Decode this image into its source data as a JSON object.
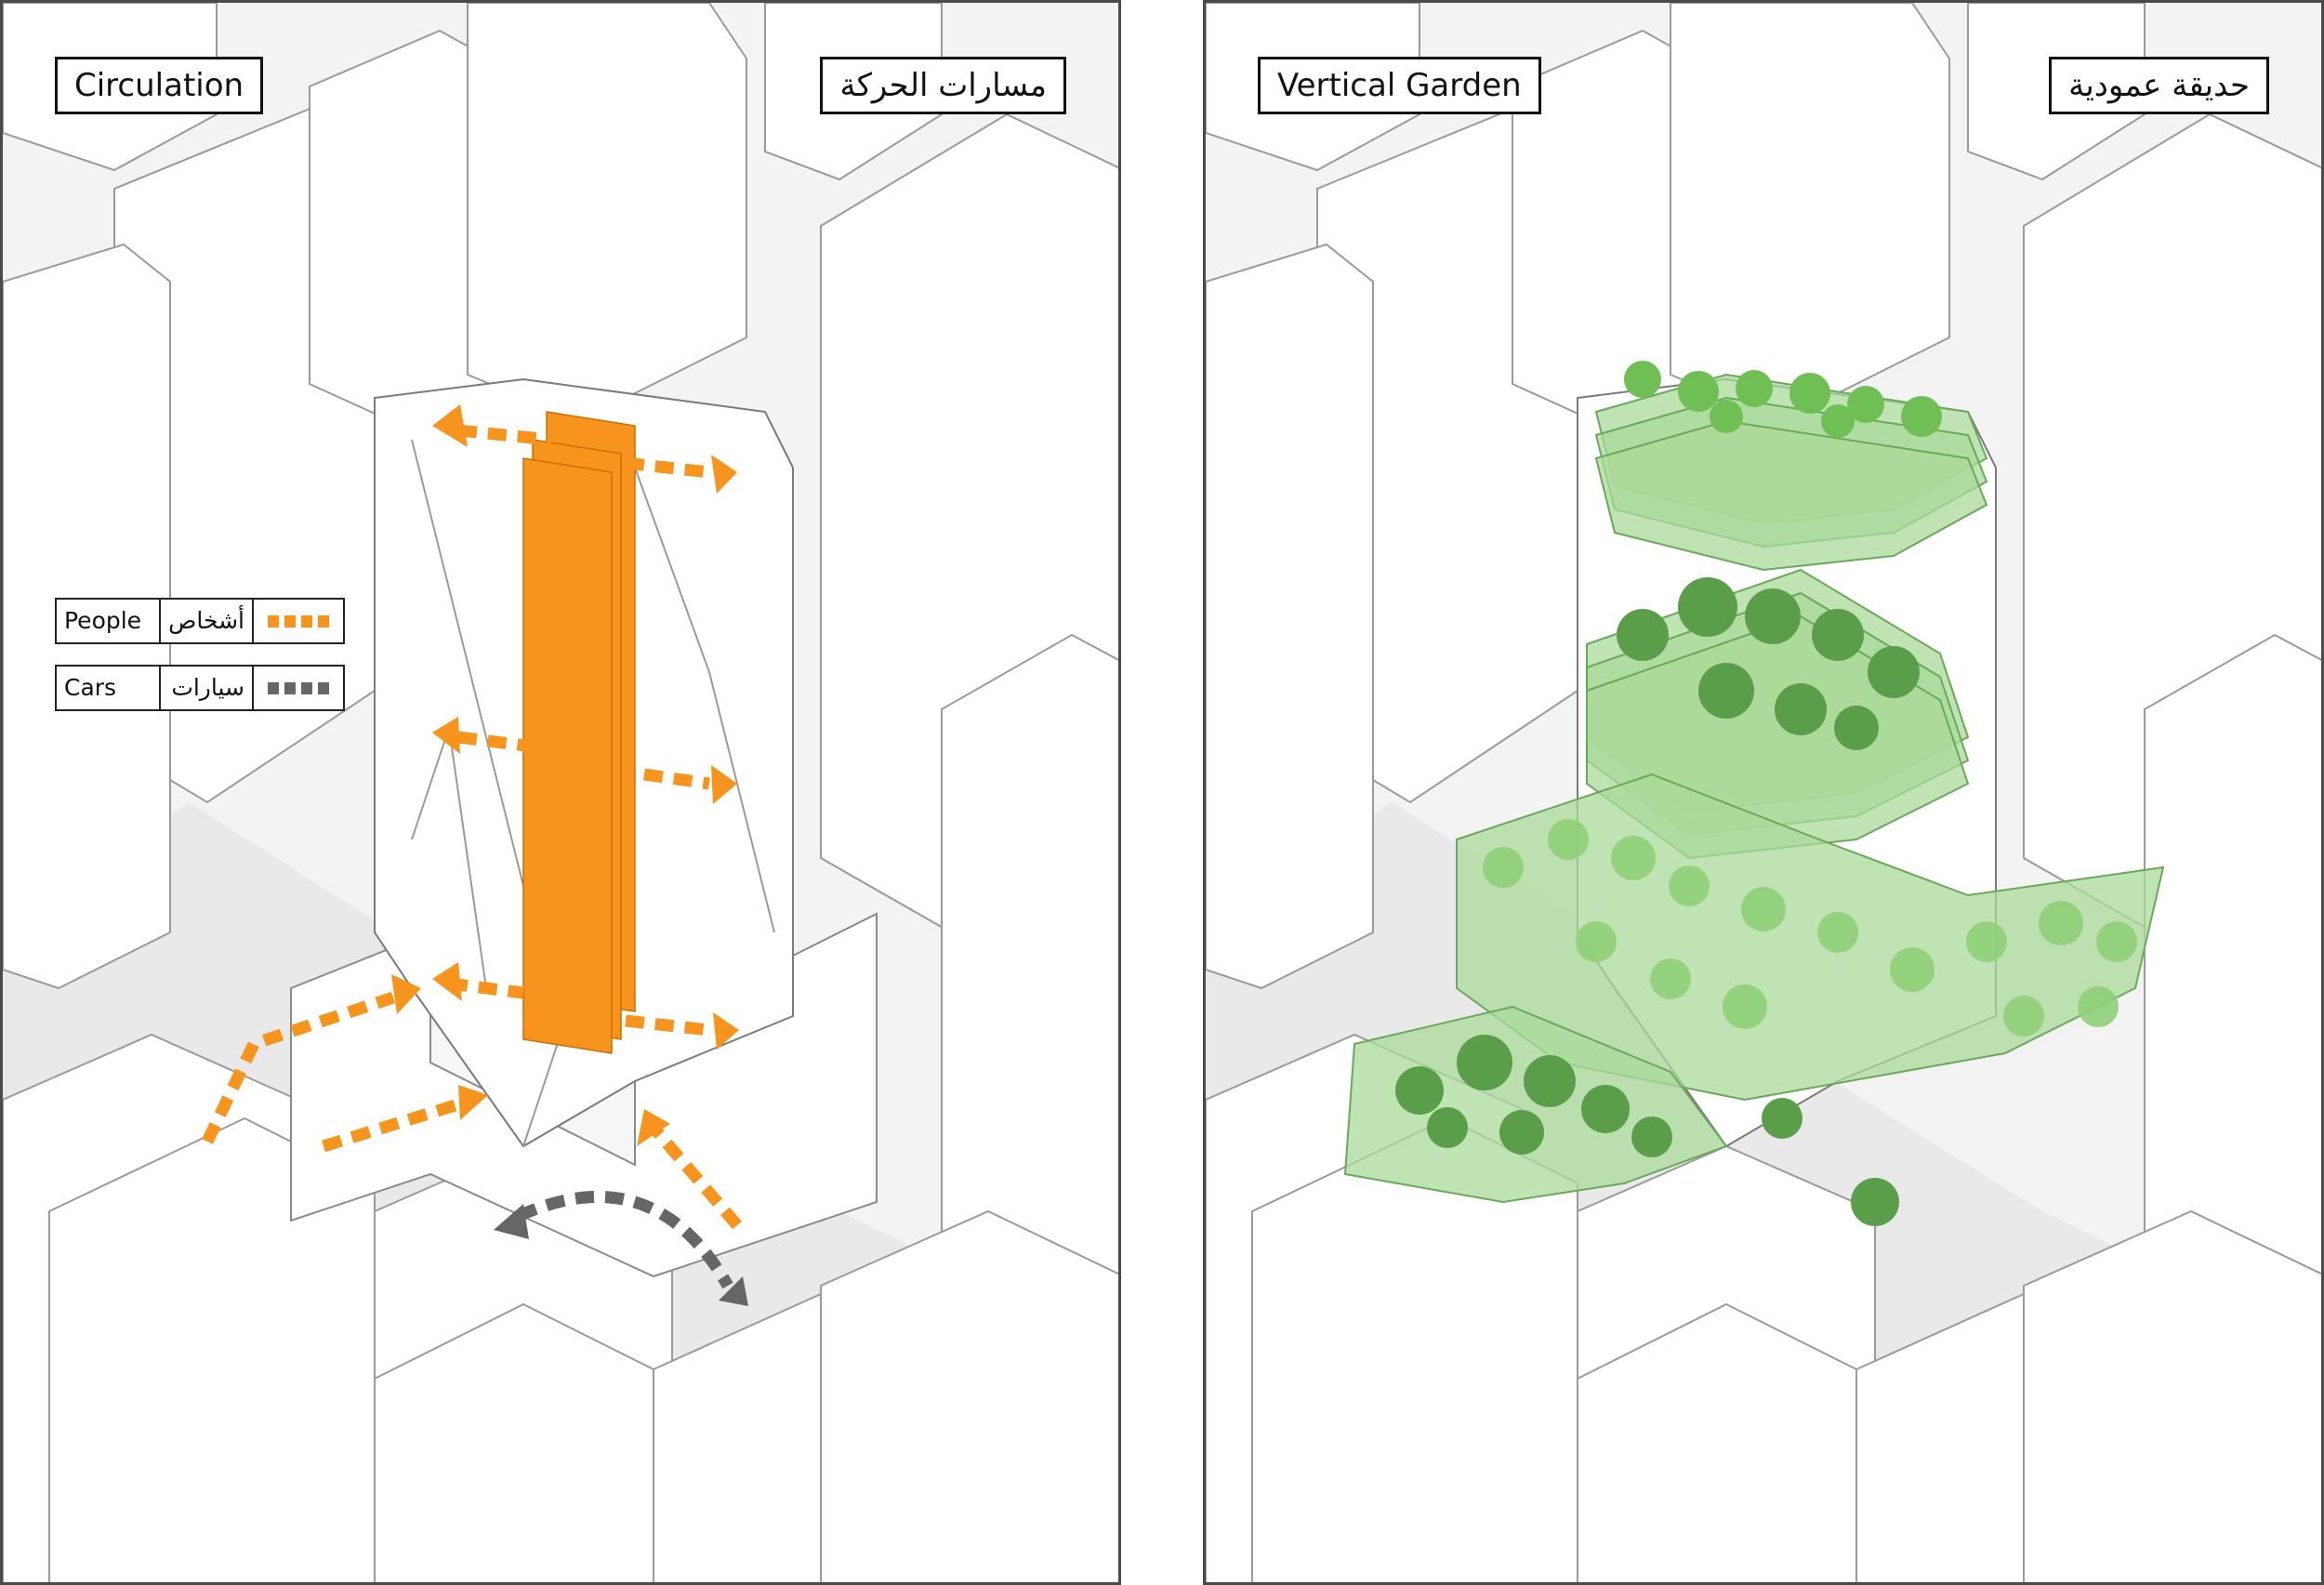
{
  "left_panel": {
    "title_en": "Circulation",
    "title_ar": "مسارات الحركة",
    "legend": [
      {
        "en": "People",
        "ar": "أشخاص",
        "color": "#f7941d"
      },
      {
        "en": "Cars",
        "ar": "سيارات",
        "color": "#666666"
      }
    ]
  },
  "right_panel": {
    "title_en": "Vertical Garden",
    "title_ar": "حديقة عمودية"
  },
  "colors": {
    "orange": "#f7941d",
    "gray_arrow": "#666666",
    "garden_green": "#9fd38b",
    "tree_green": "#5fb04c",
    "building": "#ffffff",
    "ground": "#f0f0f0"
  }
}
